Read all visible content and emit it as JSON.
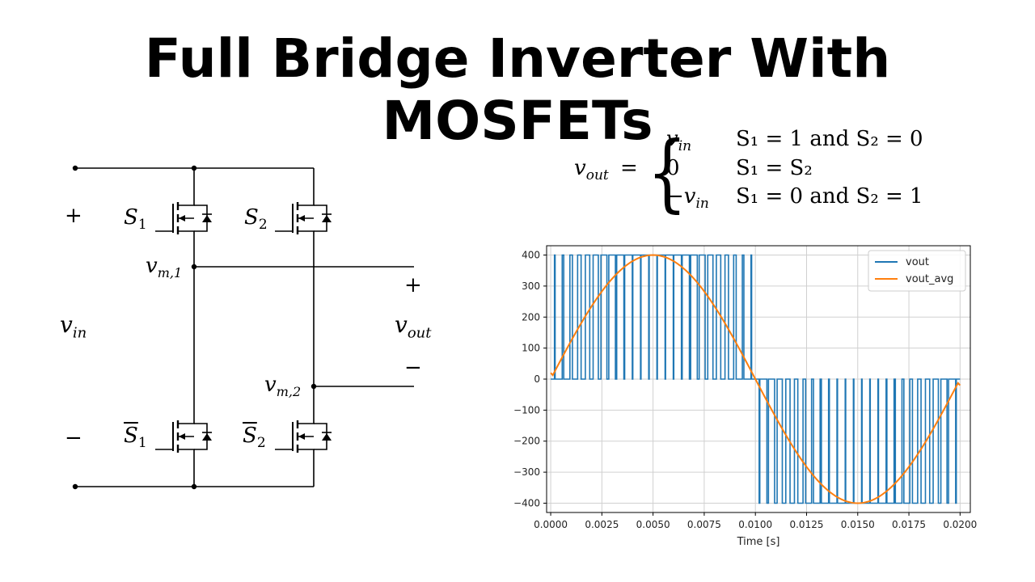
{
  "title": "Full Bridge Inverter With MOSFETs",
  "circuit": {
    "plus_in": "+",
    "minus_in": "−",
    "v_in": {
      "main": "v",
      "sub": "in"
    },
    "v_out": {
      "main": "v",
      "sub": "out"
    },
    "plus_out": "+",
    "minus_out": "−",
    "vm1": {
      "main": "v",
      "sub": "m,1"
    },
    "vm2": {
      "main": "v",
      "sub": "m,2"
    },
    "s1": {
      "main": "S",
      "sub": "1"
    },
    "s2": {
      "main": "S",
      "sub": "2"
    },
    "s1_bar": {
      "main": "S",
      "sub": "1"
    },
    "s2_bar": {
      "main": "S",
      "sub": "2"
    }
  },
  "equation": {
    "lhs": {
      "main": "v",
      "sub": "out"
    },
    "equals": "=",
    "cases": [
      {
        "value": "v_in",
        "value_main": "v",
        "value_sub": "in",
        "value_prefix": "",
        "condition": "S₁ = 1 and S₂ = 0"
      },
      {
        "value": "0",
        "value_main": "0",
        "value_sub": "",
        "value_prefix": "",
        "condition": "S₁ = S₂"
      },
      {
        "value": "-v_in",
        "value_main": "v",
        "value_sub": "in",
        "value_prefix": "−",
        "condition": "S₁ = 0 and S₂ = 1"
      }
    ]
  },
  "chart_data": {
    "type": "line",
    "xlabel": "Time [s]",
    "ylabel": "",
    "xlim": [
      -0.0002,
      0.0205
    ],
    "ylim": [
      -430,
      430
    ],
    "grid": true,
    "legend_position": "top-right",
    "x_ticks": [
      "0.0000",
      "0.0025",
      "0.0050",
      "0.0075",
      "0.0100",
      "0.0125",
      "0.0150",
      "0.0175",
      "0.0200"
    ],
    "y_ticks": [
      "400",
      "300",
      "200",
      "100",
      "0",
      "−100",
      "−200",
      "−300",
      "−400"
    ],
    "series": [
      {
        "name": "vout",
        "color": "#1f77b4",
        "kind": "pwm",
        "amplitude": 400,
        "frequency_hz": 50,
        "switching_period_s": 0.0004,
        "x_start": 0.0,
        "x_end": 0.02
      },
      {
        "name": "vout_avg",
        "color": "#ff7f0e",
        "kind": "sine",
        "amplitude": 400,
        "frequency_hz": 50,
        "x_start": 0.0,
        "x_end": 0.02,
        "y_start": 20,
        "y_end": -20
      }
    ]
  }
}
